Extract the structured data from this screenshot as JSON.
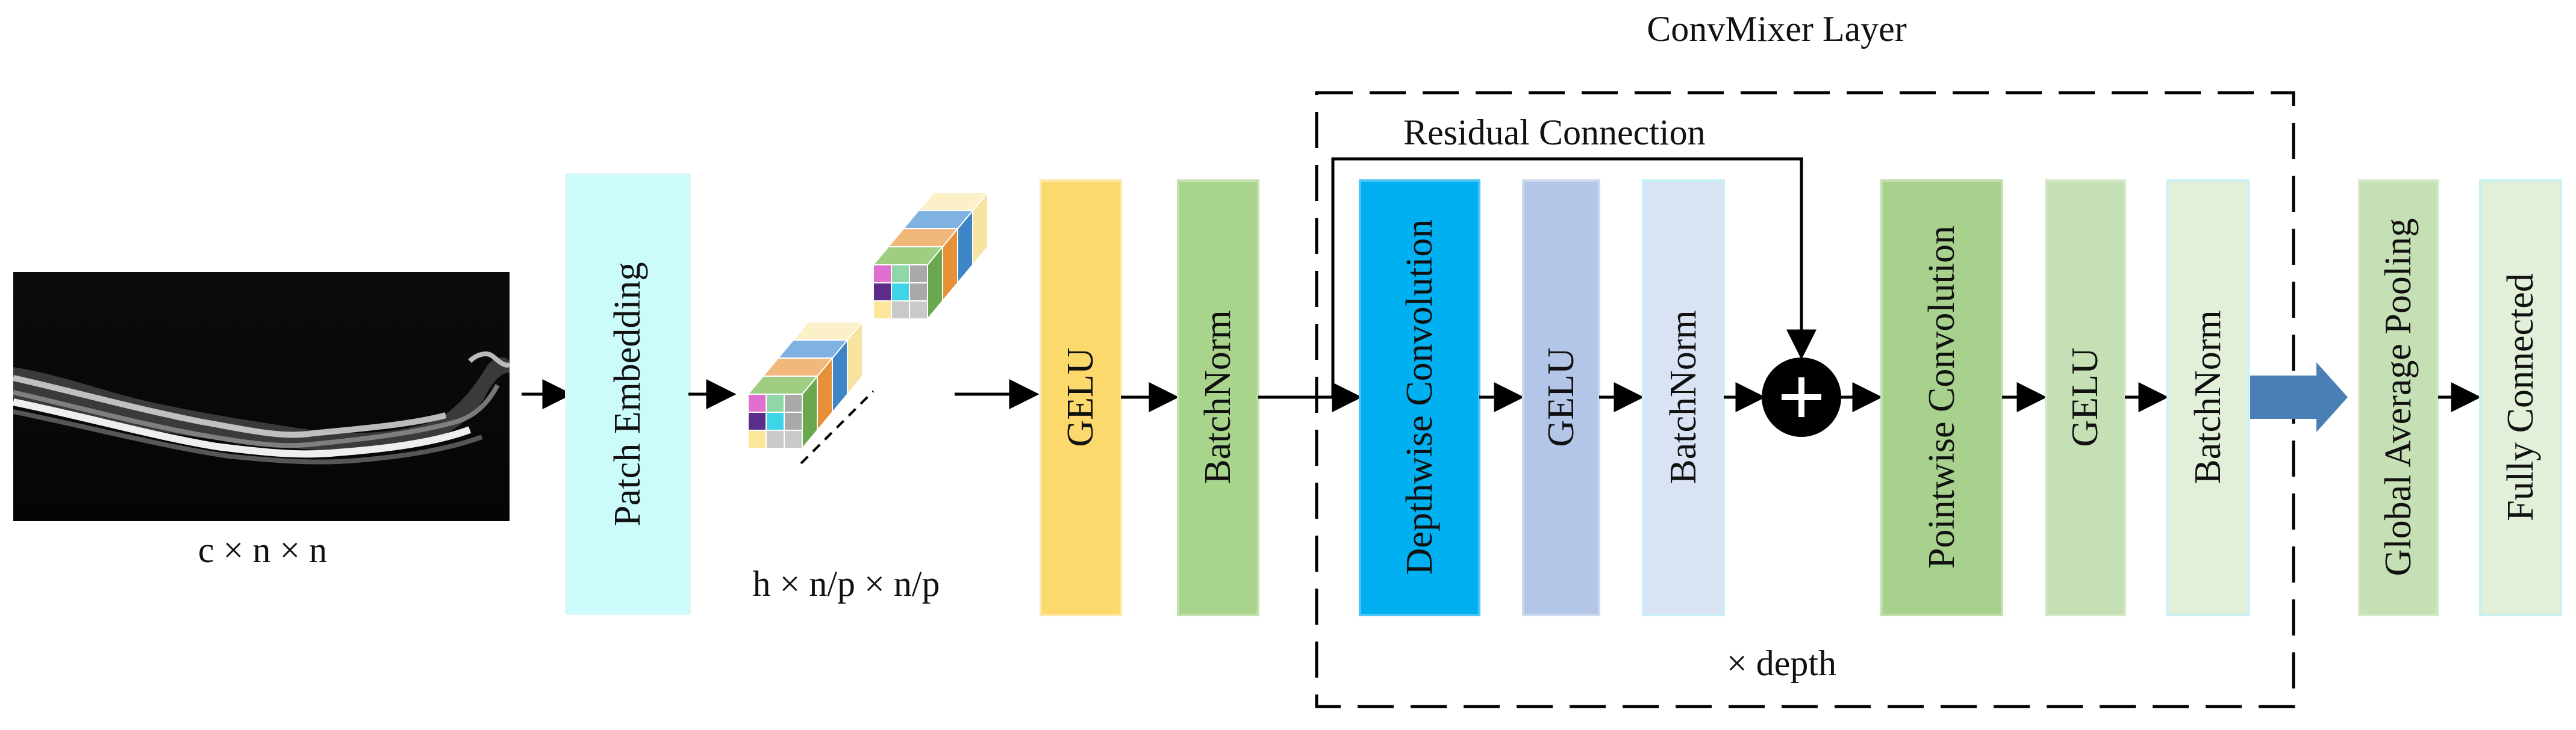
{
  "title": "ConvMixer Layer",
  "input": {
    "dims": "c × n × n"
  },
  "patches": {
    "dims": "h × n/p × n/p"
  },
  "blocks": {
    "patch_embedding": "Patch Embedding",
    "gelu_1": "GELU",
    "batchnorm_1": "BatchNorm",
    "depthwise_conv": "Depthwise Convolution",
    "gelu_2": "GELU",
    "batchnorm_2": "BatchNorm",
    "pointwise_conv": "Pointwise Convolution",
    "gelu_3": "GELU",
    "batchnorm_3": "BatchNorm",
    "global_avg_pool": "Global Average Pooling",
    "fully_connected": "Fully Connected"
  },
  "residual_label": "Residual Connection",
  "depth_label": "× depth",
  "colors": {
    "patch_embedding": "#ccfbfc",
    "gelu_1": "#fcd96c",
    "batchnorm_1": "#a8d48c",
    "depthwise_conv": "#00b0f0",
    "gelu_2": "#b4c6e7",
    "batchnorm_2": "#dae3f3",
    "pointwise_conv": "#a9d18e",
    "gelu_3": "#c5e0b4",
    "batchnorm_3": "#e2f0d9",
    "global_avg_pool": "#c5e0b4",
    "fully_connected": "#e2f0d9",
    "big_arrow": "#4a7fb5",
    "add_node": "#000000"
  }
}
